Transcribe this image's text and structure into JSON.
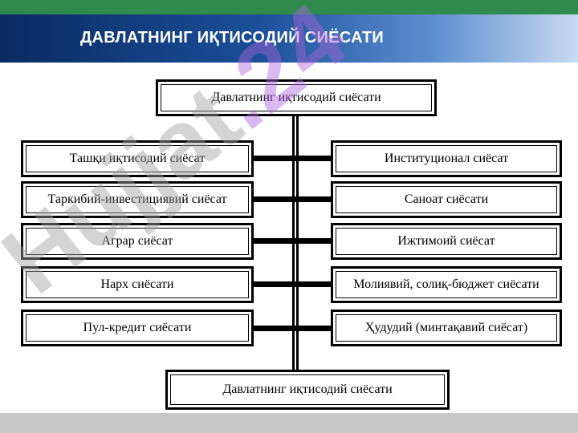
{
  "header": {
    "title": "ДАВЛАТНИНГ ИҚТИСОДИЙ СИЁСАТИ"
  },
  "diagram": {
    "top": "Давлатнинг иқтисодий сиёсати",
    "left": [
      "Ташқи иқтисодий сиёсат",
      "Таркибий-инвестициявий сиёсат",
      "Аграр сиёсат",
      "Нарх сиёсати",
      "Пул-кредит сиёсати"
    ],
    "right": [
      "Институционал сиёсат",
      "Саноат сиёсати",
      "Ижтимоий сиёсат",
      "Молиявий, солиқ-бюджет сиёсати",
      "Ҳудудий (минтақавий сиёсат)"
    ],
    "bottom": "Давлатнинг иқтисодий сиёсати"
  },
  "watermark": {
    "text": "Hujjat",
    "accent": ".24"
  }
}
